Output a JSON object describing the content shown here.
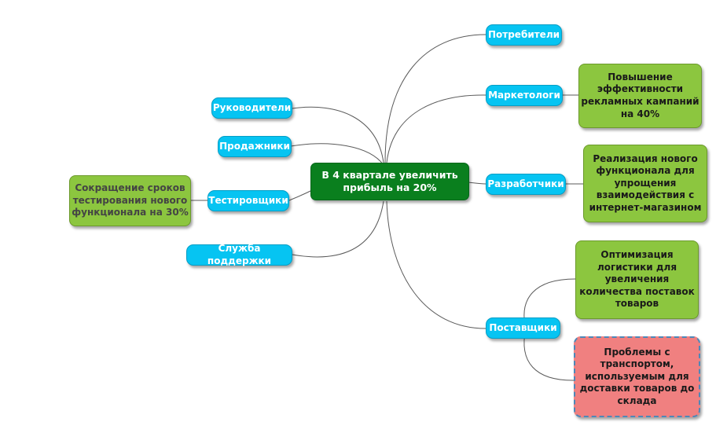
{
  "mindmap": {
    "central": "В 4 квартале увеличить\nприбыль на 20%",
    "right": {
      "consumers": "Потребители",
      "marketers": "Маркетологи",
      "developers": "Разработчики",
      "suppliers": "Поставщики"
    },
    "left": {
      "managers": "Руководители",
      "sales": "Продажники",
      "testers": "Тестировщики",
      "support": "Служба поддержки"
    },
    "goals": {
      "marketers_goal": "Повышение\nэффективности\nрекламных кампаний\nна 40%",
      "developers_goal": "Реализация нового\nфункционала для\nупрощения\nвзаимодействия с\nинтернет-магазином",
      "suppliers_goal": "Оптимизация\nлогистики для\nувеличения\nколичества поставок\nтоваров",
      "suppliers_problem": "Проблемы с\nтранспортом,\nиспользуемым для\nдоставки товаров до\nсклада",
      "testers_goal": "Сокращение сроков\nтестирования нового\nфункционала на 30%"
    },
    "colors": {
      "central": "#0a7f1e",
      "branch": "#06c4f2",
      "goal": "#8cc63f",
      "problem": "#f08080",
      "connector": "#555555"
    }
  }
}
